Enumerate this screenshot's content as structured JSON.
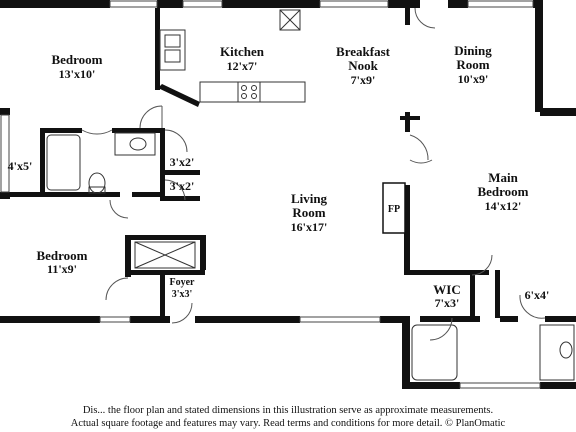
{
  "rooms": {
    "bedroom_top": {
      "name": "Bedroom",
      "dims": "13'x10'"
    },
    "kitchen": {
      "name": "Kitchen",
      "dims": "12'x7'"
    },
    "breakfast_nook": {
      "name_line1": "Breakfast",
      "name_line2": "Nook",
      "dims": "7'x9'"
    },
    "dining_room": {
      "name_line1": "Dining",
      "name_line2": "Room",
      "dims": "10'x9'"
    },
    "closet_left": {
      "dims": "4'x5'"
    },
    "closet_a": {
      "dims": "3'x2'"
    },
    "closet_b": {
      "dims": "3'x2'"
    },
    "living_room": {
      "name_line1": "Living",
      "name_line2": "Room",
      "dims": "16'x17'"
    },
    "main_bedroom": {
      "name_line1": "Main",
      "name_line2": "Bedroom",
      "dims": "14'x12'"
    },
    "fireplace": {
      "name": "FP"
    },
    "bedroom_bottom": {
      "name": "Bedroom",
      "dims": "11'x9'"
    },
    "foyer": {
      "name": "Foyer",
      "dims": "3'x3'"
    },
    "wic": {
      "name": "WIC",
      "dims": "7'x3'"
    },
    "closet_right": {
      "dims": "6'x4'"
    }
  },
  "disclaimer": {
    "line1": "Dis... the floor plan and stated dimensions in this illustration serve as approximate measurements.",
    "line2": "Actual square footage and features may vary. Read terms and conditions for more detail. © PlanOmatic"
  }
}
